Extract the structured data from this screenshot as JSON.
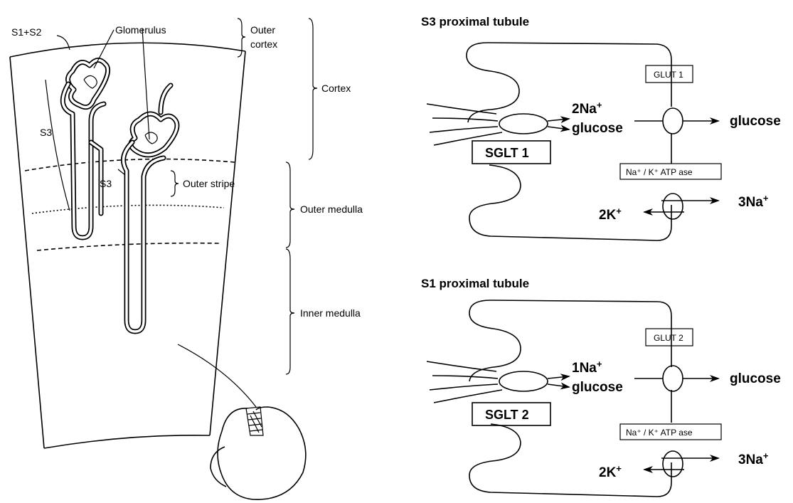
{
  "kidney_panel": {
    "labels": {
      "s1_s2": "S1+S2",
      "glomerulus_upper": "Glomerulus",
      "outer_cortex_line1": "Outer",
      "outer_cortex_line2": "cortex",
      "cortex": "Cortex",
      "s3_left": "S3",
      "s3_inner": "S3",
      "outer_stripe": "Outer stripe",
      "outer_medulla": "Outer medulla",
      "inner_medulla": "Inner medulla"
    }
  },
  "s3_panel": {
    "title": "S3 proximal tubule",
    "glut_label": "GLUT 1",
    "sglt_label": "SGLT 1",
    "cotransport_na": "2Na",
    "cotransport_sup": "+",
    "cotransport_glucose": "glucose",
    "glucose_out": "glucose",
    "pump_label": "Na⁺ / K⁺ ATP ase",
    "k_label": "2K",
    "k_sup": "+",
    "na_label": "3Na",
    "na_sup": "+"
  },
  "s1_panel": {
    "title": "S1 proximal tubule",
    "glut_label": "GLUT 2",
    "sglt_label": "SGLT 2",
    "cotransport_na": "1Na",
    "cotransport_sup": "+",
    "cotransport_glucose": "glucose",
    "glucose_out": "glucose",
    "pump_label": "Na⁺ / K⁺ ATP ase",
    "k_label": "2K",
    "k_sup": "+",
    "na_label": "3Na",
    "na_sup": "+"
  }
}
